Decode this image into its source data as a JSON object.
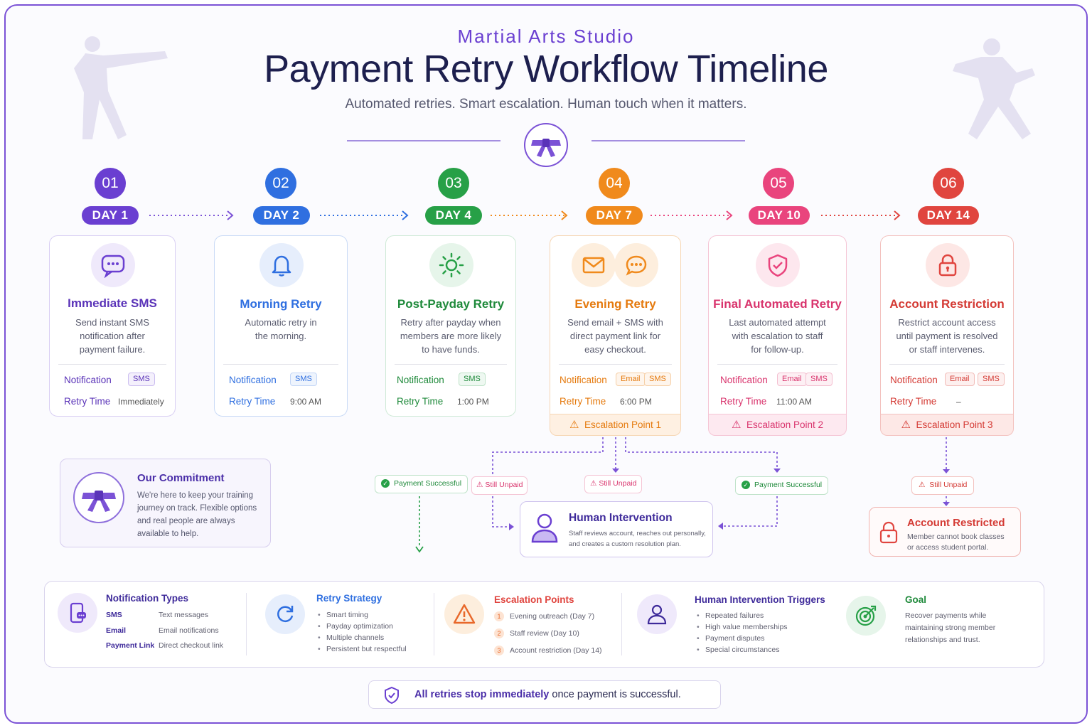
{
  "header": {
    "studio": "Martial Arts Studio",
    "title": "Payment Retry Workflow Timeline",
    "subtitle": "Automated retries. Smart escalation. Human touch when it matters."
  },
  "colors": {
    "purple": "#6a3fd1",
    "blue": "#2f6fe0",
    "green": "#27a047",
    "orange": "#f08a1c",
    "pink": "#e9447d",
    "red": "#e0453f"
  },
  "steps": [
    {
      "num": "01",
      "day": "DAY 1",
      "title": "Immediate SMS",
      "desc": [
        "Send instant SMS",
        "notification after",
        "payment failure."
      ],
      "notification_label": "Notification",
      "tags": [
        "SMS"
      ],
      "retry_label": "Retry Time",
      "retry_time": "Immediately",
      "icon": "chat-bubble-icon"
    },
    {
      "num": "02",
      "day": "DAY 2",
      "title": "Morning Retry",
      "desc": [
        "Automatic retry in",
        "the morning."
      ],
      "notification_label": "Notification",
      "tags": [
        "SMS"
      ],
      "retry_label": "Retry Time",
      "retry_time": "9:00 AM",
      "icon": "bell-icon"
    },
    {
      "num": "03",
      "day": "DAY 4",
      "title": "Post-Payday Retry",
      "desc": [
        "Retry after payday when",
        "members are more likely",
        "to have funds."
      ],
      "notification_label": "Notification",
      "tags": [
        "SMS"
      ],
      "retry_label": "Retry Time",
      "retry_time": "1:00 PM",
      "icon": "sun-icon"
    },
    {
      "num": "04",
      "day": "DAY 7",
      "title": "Evening Retry",
      "desc": [
        "Send email + SMS with",
        "direct payment link for",
        "easy checkout."
      ],
      "notification_label": "Notification",
      "tags": [
        "Email",
        "SMS"
      ],
      "retry_label": "Retry Time",
      "retry_time": "6:00 PM",
      "escalation": "Escalation Point 1",
      "icon": "envelope-icon"
    },
    {
      "num": "05",
      "day": "DAY 10",
      "title": "Final Automated Retry",
      "desc": [
        "Last automated attempt",
        "with escalation to staff",
        "for follow-up."
      ],
      "notification_label": "Notification",
      "tags": [
        "Email",
        "SMS"
      ],
      "retry_label": "Retry Time",
      "retry_time": "11:00 AM",
      "escalation": "Escalation Point 2",
      "icon": "shield-check-icon"
    },
    {
      "num": "06",
      "day": "DAY 14",
      "title": "Account Restriction",
      "desc": [
        "Restrict account access",
        "until payment is resolved",
        "or staff intervenes."
      ],
      "notification_label": "Notification",
      "tags": [
        "Email",
        "SMS"
      ],
      "retry_label": "Retry Time",
      "retry_time": "–",
      "escalation": "Escalation Point 3",
      "icon": "lock-icon"
    }
  ],
  "commitment": {
    "title": "Our Commitment",
    "lines": [
      "We're here to keep your training",
      "journey on track. Flexible options",
      "and real people are always",
      "available to help."
    ]
  },
  "outcomes": {
    "payment_successful_1": "Payment Successful",
    "still_unpaid_1": "Still Unpaid",
    "still_unpaid_2": "Still Unpaid",
    "payment_successful_2": "Payment Successful",
    "still_unpaid_3": "Still Unpaid"
  },
  "human_intervention": {
    "title": "Human Intervention",
    "lines": [
      "Staff reviews account, reaches out personally,",
      "and creates a custom resolution plan."
    ]
  },
  "account_restricted": {
    "title": "Account Restricted",
    "lines": [
      "Member cannot book classes",
      "or access student portal."
    ]
  },
  "legend": {
    "notification_types": {
      "title": "Notification Types",
      "rows": [
        {
          "name": "SMS",
          "desc": "Text messages"
        },
        {
          "name": "Email",
          "desc": "Email notifications"
        },
        {
          "name": "Payment Link",
          "desc": "Direct checkout link"
        }
      ]
    },
    "retry_strategy": {
      "title": "Retry Strategy",
      "items": [
        "Smart timing",
        "Payday optimization",
        "Multiple channels",
        "Persistent but respectful"
      ]
    },
    "escalation_points": {
      "title": "Escalation Points",
      "items": [
        {
          "n": "1",
          "text": "Evening outreach (Day 7)"
        },
        {
          "n": "2",
          "text": "Staff review (Day 10)"
        },
        {
          "n": "3",
          "text": "Account restriction (Day 14)"
        }
      ]
    },
    "triggers": {
      "title": "Human Intervention Triggers",
      "items": [
        "Repeated failures",
        "High value memberships",
        "Payment disputes",
        "Special circumstances"
      ]
    },
    "goal": {
      "title": "Goal",
      "lines": [
        "Recover payments while",
        "maintaining strong member",
        "relationships and trust."
      ]
    }
  },
  "footer": {
    "bold": "All retries stop immediately",
    "rest": " once payment is successful."
  }
}
